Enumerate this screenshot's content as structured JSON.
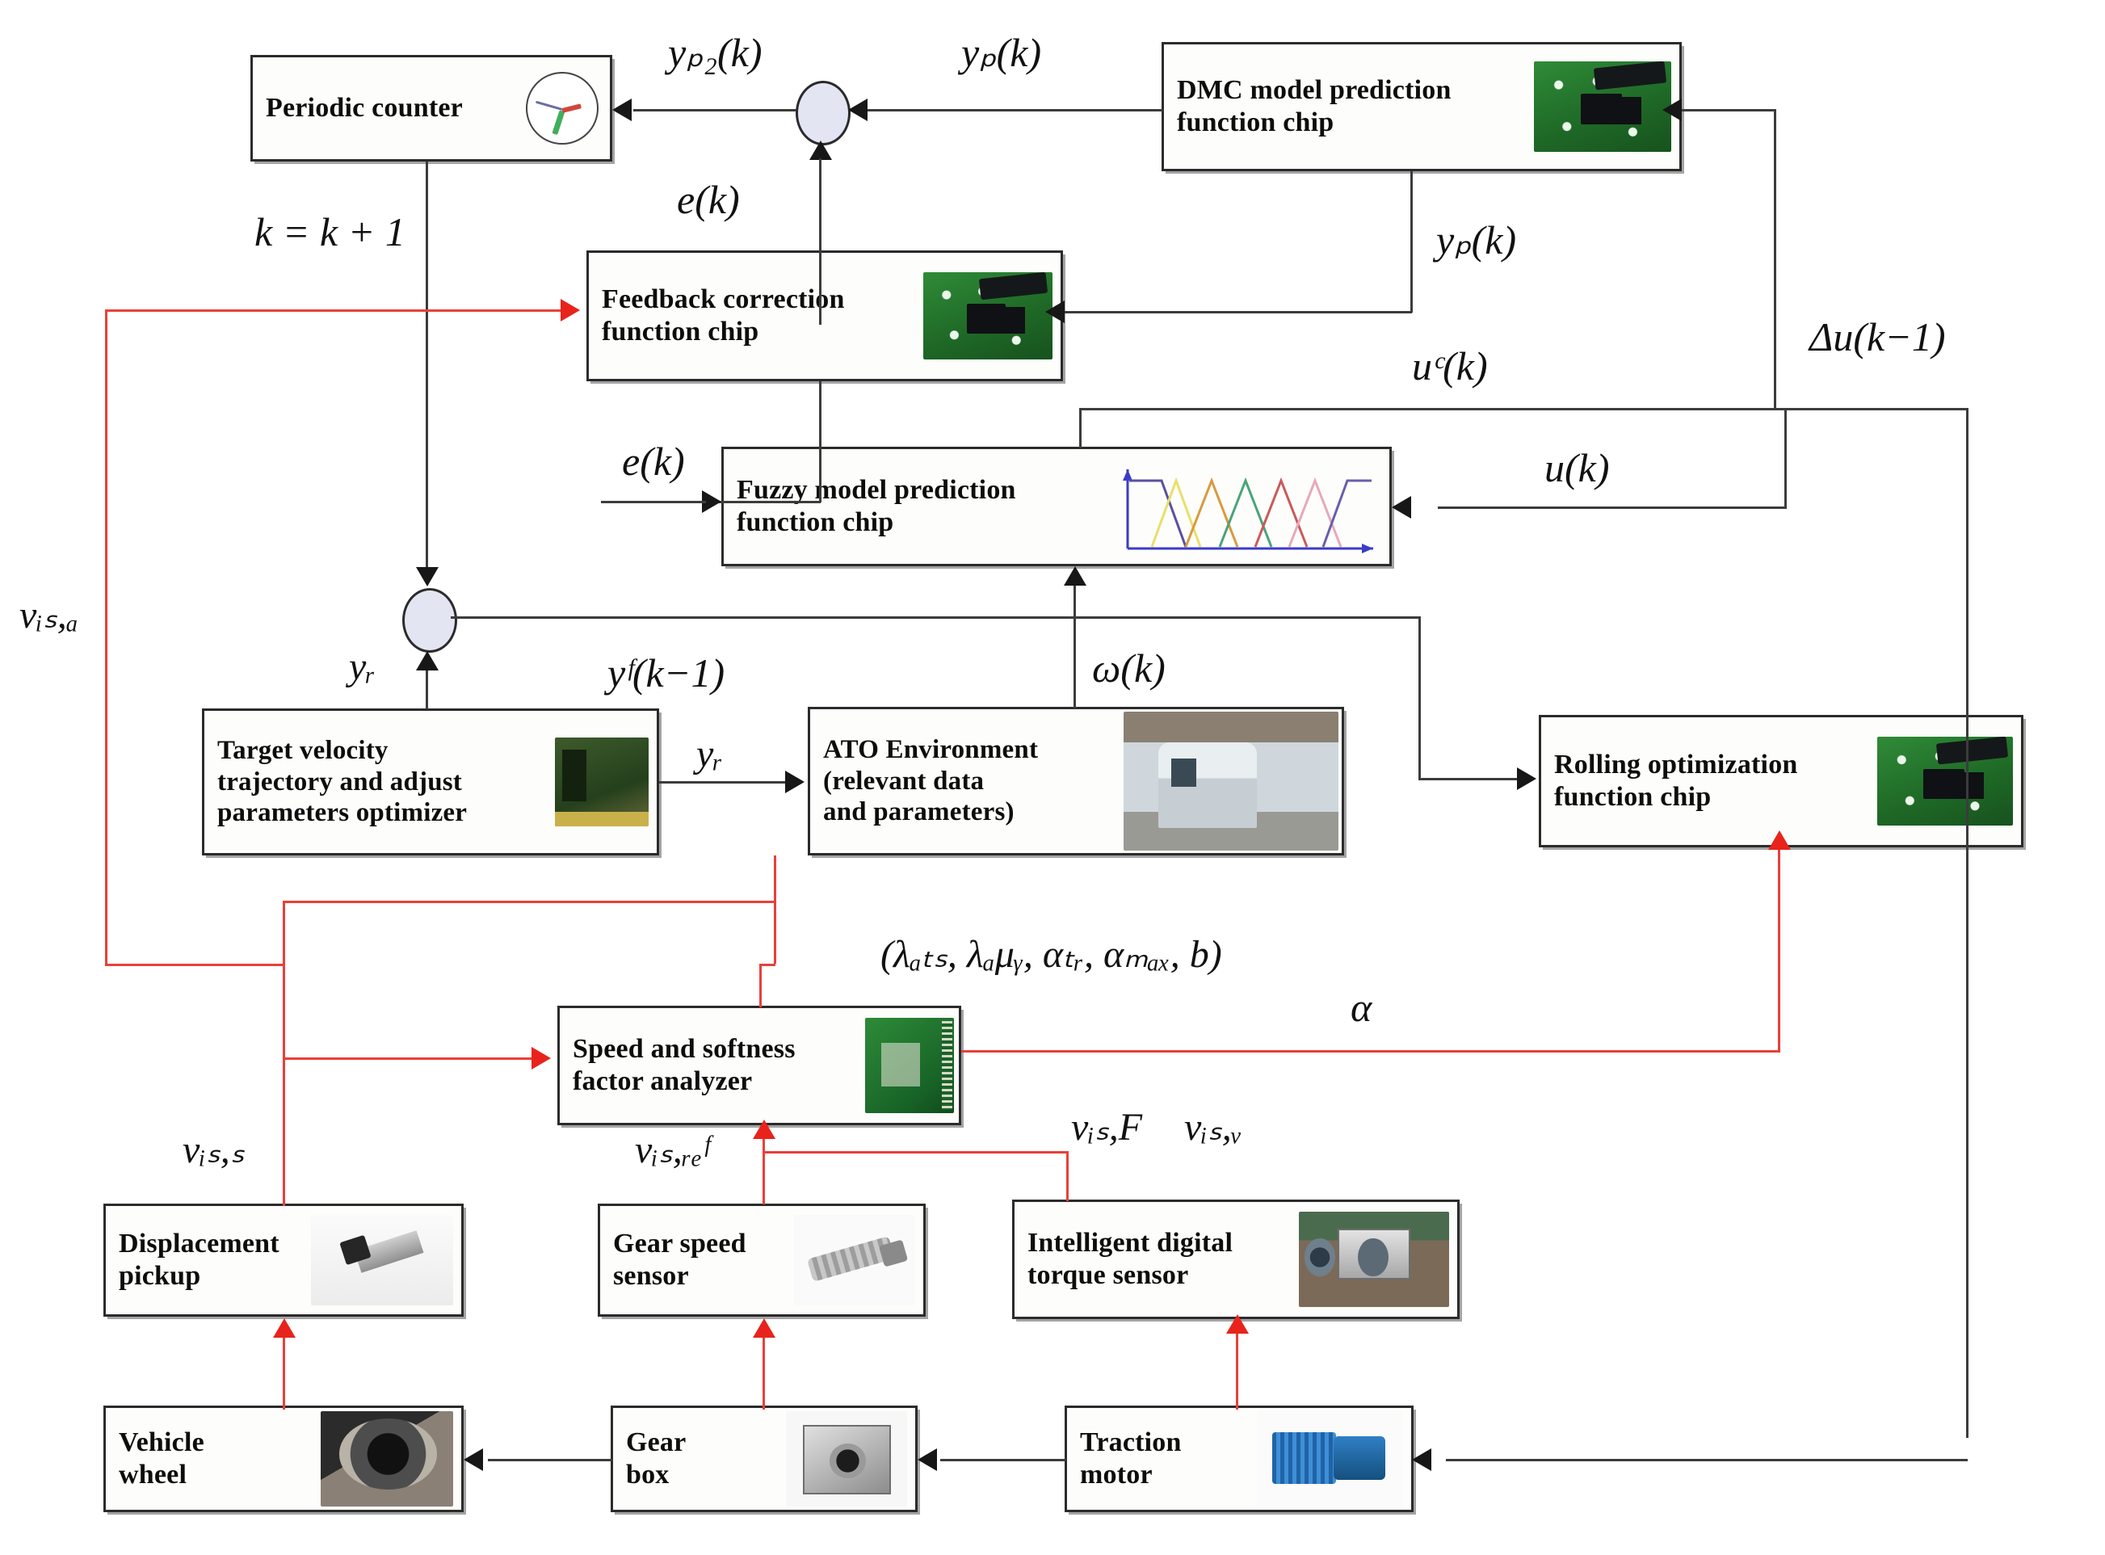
{
  "diagram": {
    "title": "ATO fuzzy DMC predictive control hardware block diagram",
    "colors": {
      "signal_black": "#3c3c3c",
      "signal_red": "#e8403a",
      "node_fill": "#e3e6f2",
      "pcb_green": "#1f6a27"
    }
  },
  "blocks": {
    "periodic_counter": {
      "label": "Periodic counter",
      "icon": "gauge-icon"
    },
    "dmc_chip": {
      "label": "DMC model prediction\nfunction chip",
      "icon": "pcb-board-icon"
    },
    "feedback_chip": {
      "label": "Feedback correction\nfunction chip",
      "icon": "pcb-board-icon"
    },
    "fuzzy_chip": {
      "label": "Fuzzy model prediction\nfunction chip",
      "icon": "fuzzy-membership-plot-icon"
    },
    "target_velocity": {
      "label": "Target velocity\ntrajectory and adjust\nparameters optimizer",
      "icon": "pcb-card-icon"
    },
    "ato_environment": {
      "label": "ATO Environment\n(relevant data\nand parameters)",
      "icon": "train-photo-icon"
    },
    "rolling_chip": {
      "label": "Rolling optimization\nfunction chip",
      "icon": "pcb-board-icon"
    },
    "speed_softness": {
      "label": "Speed and softness\nfactor analyzer",
      "icon": "pcb-strip-icon"
    },
    "displacement_pickup": {
      "label": "Displacement\npickup",
      "icon": "displacement-sensor-photo-icon"
    },
    "gear_speed_sensor": {
      "label": "Gear speed\nsensor",
      "icon": "gear-speed-sensor-photo-icon"
    },
    "torque_sensor": {
      "label": "Intelligent digital\ntorque sensor",
      "icon": "torque-sensor-photo-icon"
    },
    "vehicle_wheel": {
      "label": "Vehicle\nwheel",
      "icon": "wheel-photo-icon"
    },
    "gear_box": {
      "label": "Gear\nbox",
      "icon": "gearbox-photo-icon"
    },
    "traction_motor": {
      "label": "Traction\nmotor",
      "icon": "motor-photo-icon"
    }
  },
  "signals": {
    "yp2_k": "yₚ₂(k)",
    "yp_k_top": "yₚ(k)",
    "e_k_top": "e(k)",
    "k_increment": "k = k + 1",
    "yp_k_right": "yₚ(k)",
    "du_k1": "Δu(k−1)",
    "uc_k": "uᶜ(k)",
    "u_k": "u(k)",
    "e_k_fuzzy": "e(k)",
    "v_is_a": "vᵢₛ,ₐ",
    "y_r_node": "yᵣ",
    "yf_k1": "yᶠ(k−1)",
    "y_r_arrow": "yᵣ",
    "omega_k": "ω(k)",
    "params": "(λₐₜₛ, λₐμᵧ, αₜᵣ, αₘₐₓ, b)",
    "alpha": "α",
    "v_is_s": "vᵢₛ,ₛ",
    "v_is_ref": "vᵢₛ,ᵣₑᶠ",
    "v_is_F": "vᵢₛ,F",
    "v_is_v": "vᵢₛ,ᵥ"
  },
  "fuzzy_plot": {
    "axis_color": "#3c3cc8",
    "series_colors": [
      "#5b4fa0",
      "#e8e06a",
      "#d89a3e",
      "#4aa37a",
      "#c95a5a",
      "#e7a8bd",
      "#6a5ea8"
    ],
    "description": "overlapping triangular membership functions"
  }
}
